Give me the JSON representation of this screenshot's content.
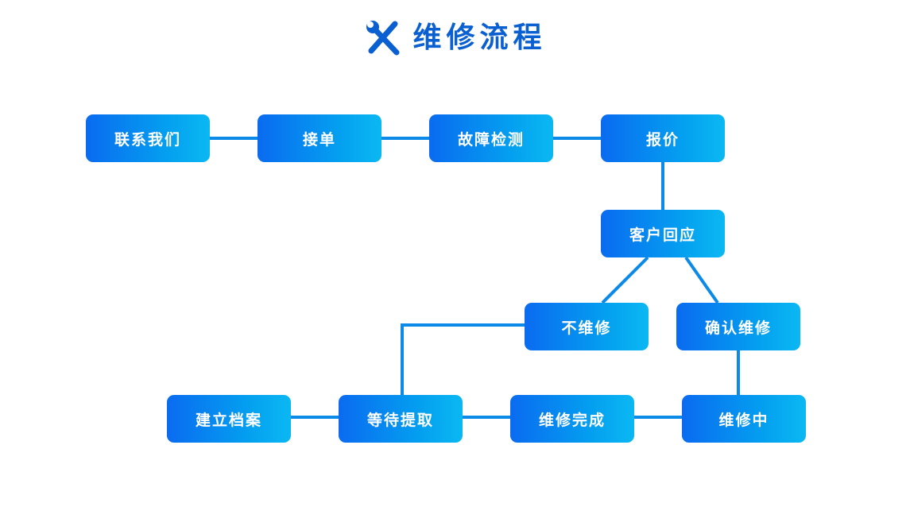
{
  "title": "维修流程",
  "header_icon": "wrench-screwdriver-icon",
  "colors": {
    "brand": "#0a5fd1",
    "node_gradient_start": "#0a6bf0",
    "node_gradient_end": "#0bb8f2",
    "connector": "#0b8ae8"
  },
  "steps": {
    "contact_us": "联系我们",
    "accept_order": "接单",
    "fault_detection": "故障检测",
    "quotation": "报价",
    "customer_response": "客户回应",
    "no_repair": "不维修",
    "confirm_repair": "确认维修",
    "repairing": "维修中",
    "repair_complete": "维修完成",
    "await_pickup": "等待提取",
    "create_record": "建立档案"
  }
}
